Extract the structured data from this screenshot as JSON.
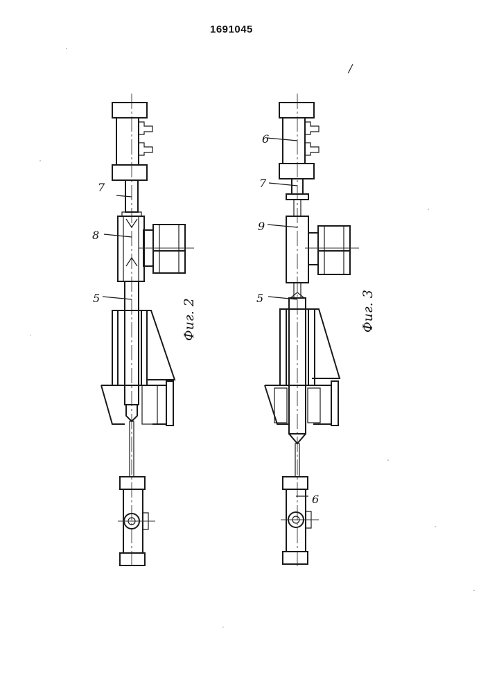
{
  "header": {
    "patent_number": "1691045"
  },
  "figure_2": {
    "caption": "Фиг. 2",
    "labels": {
      "part_7": "7",
      "part_8": "8",
      "part_5": "5"
    }
  },
  "figure_3": {
    "caption": "Фиг. 3",
    "labels": {
      "part_6_top": "6",
      "part_7": "7",
      "part_9": "9",
      "part_5": "5",
      "part_6_bottom": "6"
    }
  },
  "marks": {
    "stray_mark": "/"
  }
}
